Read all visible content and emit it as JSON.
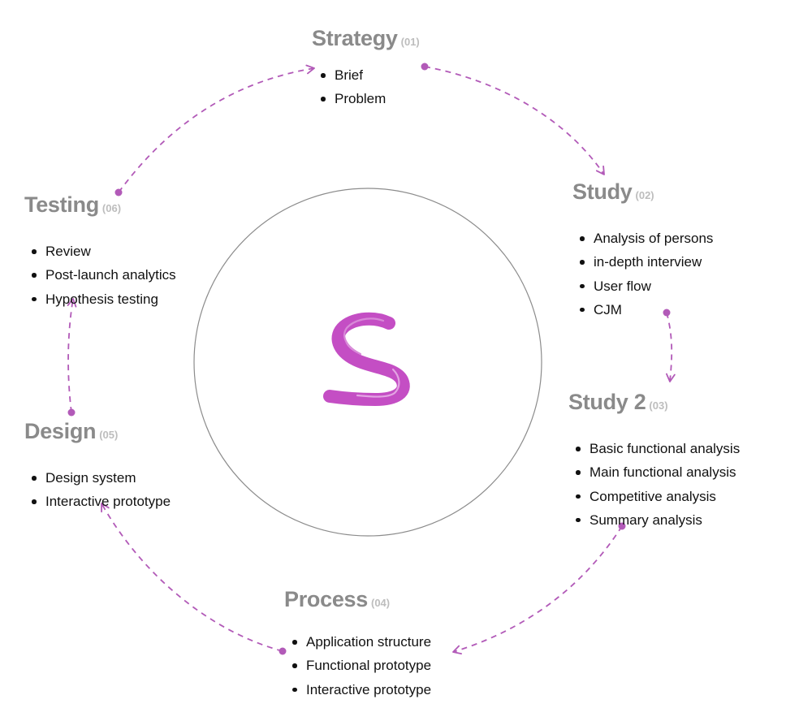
{
  "colors": {
    "arrow": "#b25ab8",
    "title": "#8a8a8a",
    "number": "#bdbdbd",
    "bullet_text": "#111111",
    "circle": "#8c8c8c",
    "logo": "#c44ec4"
  },
  "logo": {
    "glyph": "S"
  },
  "stages": [
    {
      "id": "strategy",
      "title": "Strategy",
      "number": "(01)",
      "items": [
        "Brief",
        "Problem"
      ]
    },
    {
      "id": "study",
      "title": "Study",
      "number": "(02)",
      "items": [
        "Analysis of persons",
        "in-depth interview",
        "User flow",
        "CJM"
      ]
    },
    {
      "id": "study2",
      "title": "Study 2",
      "number": "(03)",
      "items": [
        "Basic functional analysis",
        "Main functional analysis",
        "Competitive analysis",
        "Summary analysis"
      ]
    },
    {
      "id": "process",
      "title": "Process",
      "number": "(04)",
      "items": [
        "Application structure",
        "Functional prototype",
        "Interactive prototype"
      ]
    },
    {
      "id": "design",
      "title": "Design",
      "number": "(05)",
      "items": [
        "Design system",
        "Interactive prototype"
      ]
    },
    {
      "id": "testing",
      "title": "Testing",
      "number": "(06)",
      "items": [
        "Review",
        "Post-launch analytics",
        "Hypothesis testing"
      ]
    }
  ],
  "connections": [
    {
      "from": "strategy",
      "to": "study"
    },
    {
      "from": "study",
      "to": "study2"
    },
    {
      "from": "study2",
      "to": "process"
    },
    {
      "from": "process",
      "to": "design"
    },
    {
      "from": "design",
      "to": "testing"
    },
    {
      "from": "testing",
      "to": "strategy"
    }
  ]
}
